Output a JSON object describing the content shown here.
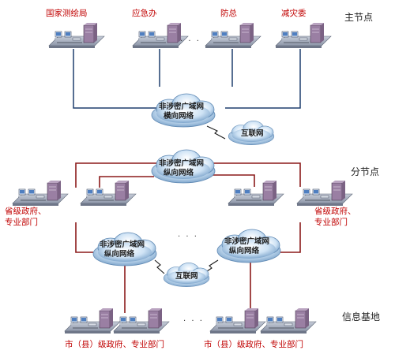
{
  "top_labels": [
    "国家测绘局",
    "应急办",
    "防总",
    "减灾委"
  ],
  "tiers": {
    "main": "主节点",
    "branch": "分节点",
    "base": "信息基地"
  },
  "clouds": {
    "upper_wan_line1": "非涉密广域网",
    "upper_wan_line2": "横向网络",
    "middle_wan_line1": "非涉密广域网",
    "middle_wan_line2": "纵向网络",
    "lower_left_line1": "非涉密广域网",
    "lower_left_line2": "纵向网络",
    "lower_right_line1": "非涉密广域网",
    "lower_right_line2": "纵向网络",
    "internet_upper": "互联网",
    "internet_lower": "互联网"
  },
  "branch_labels": {
    "left_line1": "省级政府、",
    "left_line2": "专业部门",
    "right_line1": "省级政府、",
    "right_line2": "专业部门"
  },
  "base_labels": {
    "left": "市（县）级政府、专业部门",
    "right": "市（县）级政府、专业部门"
  },
  "ellipsis": "· · ·",
  "colors": {
    "line_blue": "#1f3f6e",
    "line_red": "#8b1a1a",
    "label_red": "#c00000",
    "platform": "#a9b2c3",
    "server": "#9a7fa3"
  }
}
